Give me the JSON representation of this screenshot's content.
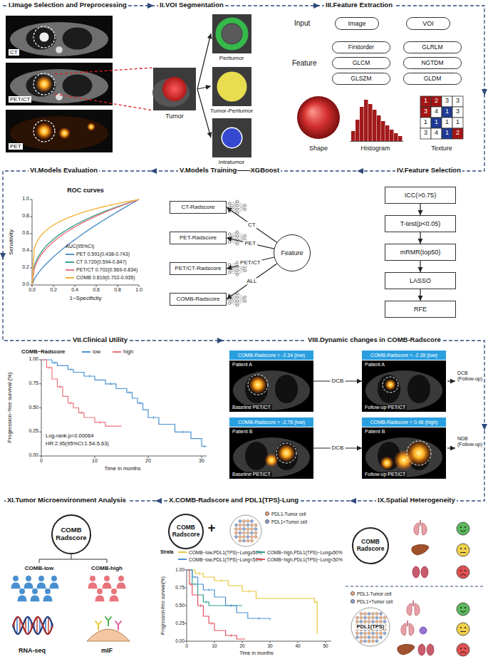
{
  "diagram": {
    "nodes": [
      {
        "text": [
          "Image"
        ]
      },
      {
        "text": [
          "VOI"
        ]
      },
      {
        "text": [
          "Firstorder"
        ]
      },
      {
        "text": [
          "GLRLM"
        ]
      },
      {
        "text": [
          "GLCM"
        ]
      },
      {
        "text": [
          "NGTDM"
        ]
      },
      {
        "text": [
          "GLSZM"
        ]
      },
      {
        "text": [
          "GLDM"
        ]
      },
      {
        "text": [
          "CT-Radscore"
        ]
      },
      {
        "text": [
          "PET-Radscore"
        ]
      },
      {
        "text": [
          "PET/CT-Radscore"
        ]
      },
      {
        "text": [
          "COMB-Radscore"
        ]
      },
      {
        "text": [
          "Feature"
        ]
      },
      {
        "text": [
          "ICC(>0.75)"
        ]
      },
      {
        "text": [
          "T-test(p<0.05)"
        ]
      },
      {
        "text": [
          "mRMR(top50)"
        ]
      },
      {
        "text": [
          "LASSO"
        ]
      },
      {
        "text": [
          "RFE"
        ]
      },
      {
        "text": [
          "COMB-Radscore = -2.34 (low)",
          "Patient A",
          "Baseline PET/CT"
        ]
      },
      {
        "text": [
          "COMB-Radscore = -2.38 (low)",
          "Patient A",
          "Follow-up PET/CT"
        ]
      },
      {
        "text": [
          "COMB-Radscore = -2.76 (low)",
          "Patient B",
          "Baseline PET/CT"
        ]
      },
      {
        "text": [
          "COMB-Radscore = 0.46 (high)",
          "Patient B",
          "Follow-up PET/CT"
        ]
      },
      {
        "text": [
          "COMB Radscore"
        ]
      },
      {
        "text": [
          "COMB Radscore"
        ]
      },
      {
        "text": [
          "COMB Radscore"
        ]
      },
      {
        "text": [
          "PDL1(TPS)"
        ]
      }
    ],
    "edges": [
      {
        "from": 12,
        "to": 8,
        "label": "CT",
        "arrow": "to"
      },
      {
        "from": 12,
        "to": 9,
        "label": "PET",
        "arrow": "to"
      },
      {
        "from": 12,
        "to": 10,
        "label": "PET/CT",
        "arrow": "to"
      },
      {
        "from": 12,
        "to": 11,
        "label": "ALL",
        "arrow": "to"
      },
      {
        "from": 13,
        "to": 14,
        "arrow": "to"
      },
      {
        "from": 14,
        "to": 15,
        "arrow": "to"
      },
      {
        "from": 15,
        "to": 16,
        "arrow": "to"
      },
      {
        "from": 16,
        "to": 17,
        "arrow": "to"
      },
      {
        "from": 18,
        "to": 19,
        "label": "DCB",
        "arrow": "to"
      },
      {
        "from": 20,
        "to": 21,
        "label": "DCB",
        "arrow": "to"
      }
    ],
    "labels": [
      "I.Image Selection and Preprocessing",
      "II.VOI Segmentation",
      "III.Feature Extraction",
      "VI.Models Evaluation",
      "V.Models Training——XGBoost",
      "IV.Feature Selection",
      "VII.Clinical Utility",
      "VIII.Dynamic changes in COMB-Radscore",
      "XI.Tumor Microenvironment Analysis",
      "X.COMB-Radscore and PDL1(TPS)-Lung",
      "IX.Spatial Heterogeneity",
      "CT",
      "PET/CT",
      "PET",
      "Tumor",
      "Peritumor",
      "Tumor-Peritumor",
      "Intratumor",
      "Input",
      "Feature",
      "1",
      "2",
      "3",
      "3",
      "3",
      "4",
      "1",
      "3",
      "1",
      "1",
      "1",
      "1",
      "3",
      "4",
      "1",
      "2",
      "Shape",
      "Histogram",
      "Texture",
      "ROC curves",
      "Sensitivity",
      "1−Specificity",
      "1.0",
      "0.8",
      "0.6",
      "0.4",
      "0.2",
      "0.0",
      "0.0",
      "0.2",
      "0.4",
      "0.6",
      "0.8",
      "1.0",
      "AUC(95%CI)",
      "COMB−Radscore",
      "Progression−free survival (%)",
      "1.00",
      "0.75",
      "0.50",
      "0.25",
      "0.00",
      "0",
      "10",
      "20",
      "30",
      "Time in months",
      "Log-rank:p=0.00064",
      "HR:2.95(95%CI:1.54-5.63)",
      "DCB (Follow-up)",
      "NDB (Follow-up)",
      "COMB-low",
      "COMB-high",
      "RNA-seq",
      "mIF",
      "+",
      "Strata",
      "Progression-free survival(%)",
      "1.00",
      "0.75",
      "0.50",
      "0.25",
      "0.00",
      "0",
      "10",
      "20",
      "30",
      "40",
      "50",
      "Time in months"
    ],
    "legend": [
      {
        "text": "PET 0.591(0.438-0.743)",
        "color": "#4f8fc9"
      },
      {
        "text": "CT 0.720(0.594-0.847)",
        "color": "#3a9e8f"
      },
      {
        "text": "PET/CT 0.702(0.569-0.834)",
        "color": "#e8747c"
      },
      {
        "text": "COMB 0.819(0.702-0.935)",
        "color": "#f2b33d"
      },
      {
        "text": "low",
        "color": "#4a90d0"
      },
      {
        "text": "high",
        "color": "#e8747c"
      },
      {
        "text": "PDL1-Tumor cell",
        "color": "#f4b183"
      },
      {
        "text": "PDL1+Tumor cell",
        "color": "#8fa9dc"
      },
      {
        "text": "COMB−low,PDL1(TPS)−Lung≥50%",
        "color": "#e8c63a"
      },
      {
        "text": "COMB−high,PDL1(TPS)−Lung≥50%",
        "color": "#2f9e8f"
      },
      {
        "text": "COMB−low,PDL1(TPS)−Lung<50%",
        "color": "#4a90d0"
      },
      {
        "text": "COMB−high,PDL1(TPS)−Lung<50%",
        "color": "#e0505a"
      },
      {
        "text": "PDL1-Tumor cell",
        "color": "#f4b183"
      },
      {
        "text": "PDL1+Tumor cell",
        "color": "#8fa9dc"
      }
    ]
  }
}
